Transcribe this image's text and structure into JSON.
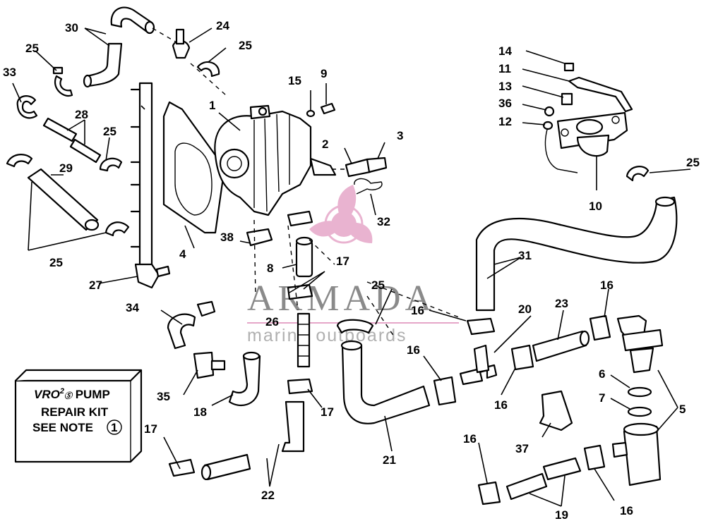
{
  "labels": {
    "l30": "30",
    "l24": "24",
    "l25a": "25",
    "l25b": "25",
    "l33": "33",
    "l15": "15",
    "l9": "9",
    "l1": "1",
    "l28": "28",
    "l25c": "25",
    "l3": "3",
    "l2": "2",
    "l29": "29",
    "l32": "32",
    "l25d": "25",
    "l4": "4",
    "l38": "38",
    "l17a": "17",
    "l8": "8",
    "l27": "27",
    "l26": "26",
    "l25e": "25",
    "l16a": "16",
    "l34": "34",
    "l35": "35",
    "l18": "18",
    "l17b": "17",
    "l17c": "17",
    "l22": "22",
    "l21": "21",
    "l14": "14",
    "l11": "11",
    "l13": "13",
    "l36": "36",
    "l12": "12",
    "l10": "10",
    "l25f": "25",
    "l31": "31",
    "l20": "20",
    "l23": "23",
    "l16b": "16",
    "l16c": "16",
    "l16d": "16",
    "l6": "6",
    "l7": "7",
    "l5": "5",
    "l37": "37",
    "l16e": "16",
    "l16f": "16",
    "l19": "19"
  },
  "kit_box": {
    "line1_a": "VRO",
    "line1_sup": "2",
    "line1_sub": "Ⓢ",
    "line1_b": " PUMP",
    "line2": "REPAIR KIT",
    "line3": "SEE NOTE",
    "note_no": "1"
  },
  "watermark": {
    "brand": "ARMADA",
    "tagline": "marine outboards",
    "colors": {
      "petal": "#e6a6c8",
      "text": "#8a8a8a"
    }
  }
}
